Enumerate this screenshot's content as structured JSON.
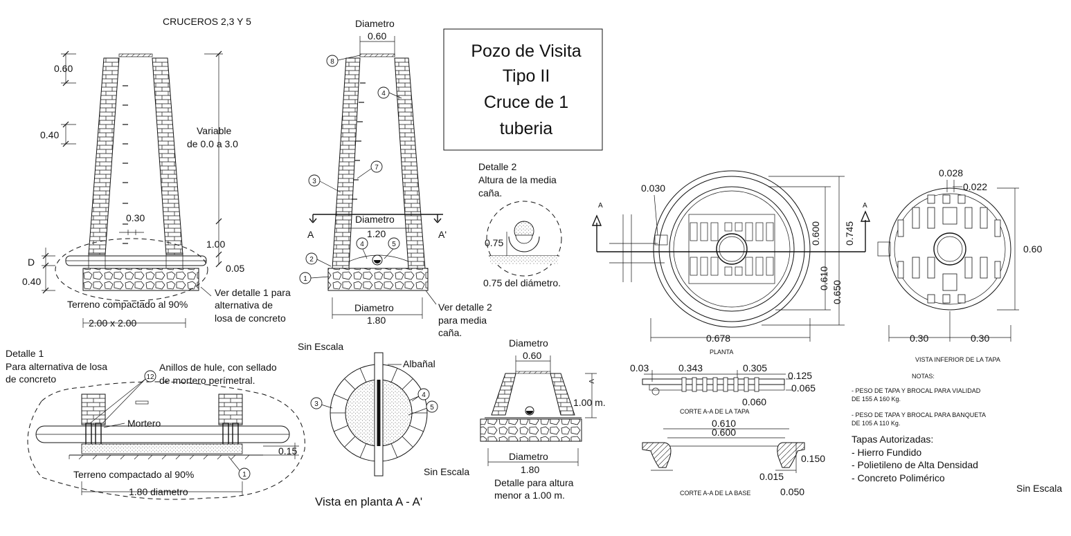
{
  "sheet": {
    "title_lines": [
      "Pozo de Visita",
      "Tipo II",
      "Cruce de 1",
      "tuberia"
    ],
    "section_title": "CRUCEROS 2,3 Y 5",
    "sin_escala": "Sin Escala"
  },
  "left_view": {
    "dim_top": "0.60",
    "dim_step": "0.40",
    "variable_1": "Variable",
    "variable_2": "de 0.0 a 3.0",
    "dim_030": "0.30",
    "dim_100": "1.00",
    "dim_d": "D",
    "dim_005": "0.05",
    "dim_040": "0.40",
    "ground_label": "Terreno compactado al 90%",
    "base_dim": "2.00 x 2.00",
    "note_1": "Ver detalle 1 para",
    "note_2": "alternativa de",
    "note_3": "losa de concreto"
  },
  "section_view": {
    "diam_label": "Diametro",
    "diam_top": "0.60",
    "diam_mid_label": "Diametro",
    "diam_mid": "1.20",
    "diam_bottom_label": "Diametro",
    "diam_bottom": "1.80",
    "cut_a": "A",
    "cut_a2": "A'",
    "note_1": "Ver detalle 2",
    "note_2": "para media",
    "note_3": "caña.",
    "callouts": [
      "8",
      "4",
      "7",
      "3",
      "4",
      "5",
      "2",
      "1"
    ]
  },
  "detalle2": {
    "line_1": "Detalle 2",
    "line_2": "Altura de la media",
    "line_3": "caña.",
    "dim": "0.75",
    "caption": "0.75 del diámetro."
  },
  "detalle1": {
    "line_1": "Detalle 1",
    "line_2": "Para alternativa de losa",
    "line_3": "de concreto",
    "rings_1": "Anillos de hule, con sellado",
    "rings_2": "de mortero perímetral.",
    "mortero": "Mortero",
    "ground_label": "Terreno compactado al 90%",
    "dim_015": "0.15",
    "base_dim": "1.80 diametro",
    "callouts": [
      "12",
      "1"
    ]
  },
  "plan_view": {
    "sin_escala": "Sin Escala",
    "albanal": "Albañal",
    "caption": "Vista en planta  A - A'",
    "sin_escala_2": "Sin Escala",
    "callouts": [
      "3",
      "4",
      "5"
    ]
  },
  "small_detail": {
    "diam_label": "Diametro",
    "diam_top": "0.60",
    "height": "1.00 m.",
    "v_mark": "V",
    "diam_bottom_label": "Diametro",
    "diam_bottom": "1.80",
    "caption_1": "Detalle para altura",
    "caption_2": "menor a 1.00 m."
  },
  "planta": {
    "dim_030": "0.030",
    "dim_600": "0.600",
    "dim_745": "0.745",
    "dim_610": "0.610",
    "dim_650": "0.650",
    "dim_678": "0.678",
    "label": "PLANTA",
    "cut_a": "A",
    "cut_a2": "A"
  },
  "vista_inferior": {
    "dim_028": "0.028",
    "dim_022": "0.022",
    "dim_060": "0.60",
    "dim_030_l": "0.30",
    "dim_030_r": "0.30",
    "label": "VISTA INFERIOR DE LA TAPA"
  },
  "corte_tapa": {
    "dim_003": "0.03",
    "dim_343": "0.343",
    "dim_305": "0.305",
    "dim_125": "0.125",
    "dim_065": "0.065",
    "dim_060": "0.060",
    "label": "CORTE A-A DE LA TAPA"
  },
  "corte_base": {
    "dim_610": "0.610",
    "dim_600": "0.600",
    "dim_150": "0.150",
    "dim_015": "0.015",
    "dim_050": "0.050",
    "label": "CORTE A-A DE LA BASE"
  },
  "notes": {
    "heading": "NOTAS:",
    "n1_a": "- PESO  DE TAPA Y BROCAL PARA VIALIDAD",
    "n1_b": "DE 155 A 160  Kg.",
    "n2_a": "- PESO  DE TAPA Y BROCAL PARA BANQUETA",
    "n2_b": "DE 105 A 110  Kg.",
    "tapas_heading": "Tapas Autorizadas:",
    "tapas": [
      "- Hierro Fundido",
      "- Polietileno de Alta Densidad",
      "- Concreto Polimérico"
    ],
    "sin_escala": "Sin Escala"
  }
}
